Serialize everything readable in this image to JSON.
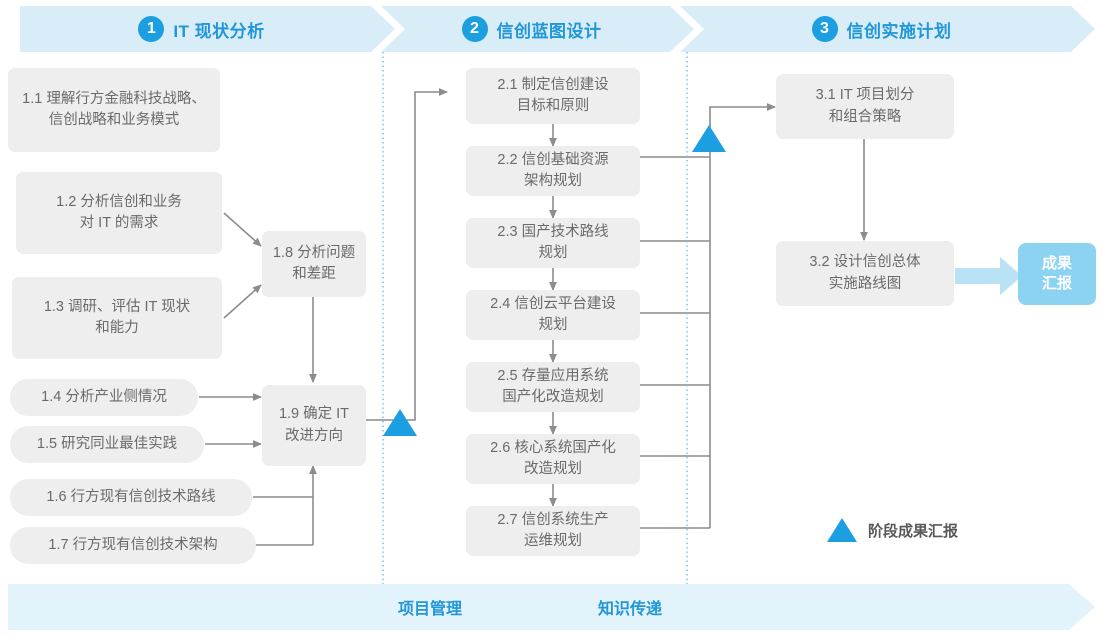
{
  "phases": [
    {
      "num": "1",
      "title": "IT 现状分析"
    },
    {
      "num": "2",
      "title": "信创蓝图设计"
    },
    {
      "num": "3",
      "title": "信创实施计划"
    }
  ],
  "boxes": {
    "b11": "1.1 理解行方金融科技战略、\n信创战略和业务模式",
    "b12": "1.2 分析信创和业务\n对 IT 的需求",
    "b13": "1.3 调研、评估 IT 现状\n和能力",
    "b14": "1.4 分析产业侧情况",
    "b15": "1.5 研究同业最佳实践",
    "b16": "1.6 行方现有信创技术路线",
    "b17": "1.7 行方现有信创技术架构",
    "b18": "1.8 分析问题\n和差距",
    "b19": "1.9 确定 IT\n改进方向",
    "b21": "2.1 制定信创建设\n目标和原则",
    "b22": "2.2 信创基础资源\n架构规划",
    "b23": "2.3 国产技术路线\n规划",
    "b24": "2.4 信创云平台建设\n规划",
    "b25": "2.5 存量应用系统\n国产化改造规划",
    "b26": "2.6 核心系统国产化\n改造规划",
    "b27": "2.7 信创系统生产\n运维规划",
    "b31": "3.1 IT 项目划分\n和组合策略",
    "b32": "3.2 设计信创总体\n实施路线图"
  },
  "result_badge": "成果\n汇报",
  "legend": {
    "label": "阶段成果汇报"
  },
  "bottom_band": {
    "labels": [
      "项目管理",
      "知识传递"
    ]
  },
  "colors": {
    "accent_blue": "#1b9fe0",
    "banner_bg": "#d9edf9",
    "band_bg": "#e3f3fb",
    "box_bg": "#eeeeee",
    "box_text": "#6a6a6a",
    "title_blue": "#2196d8",
    "badge_bg": "#8bd3f0",
    "connector": "#8c8c8c",
    "divider": "#6fc6e8"
  }
}
